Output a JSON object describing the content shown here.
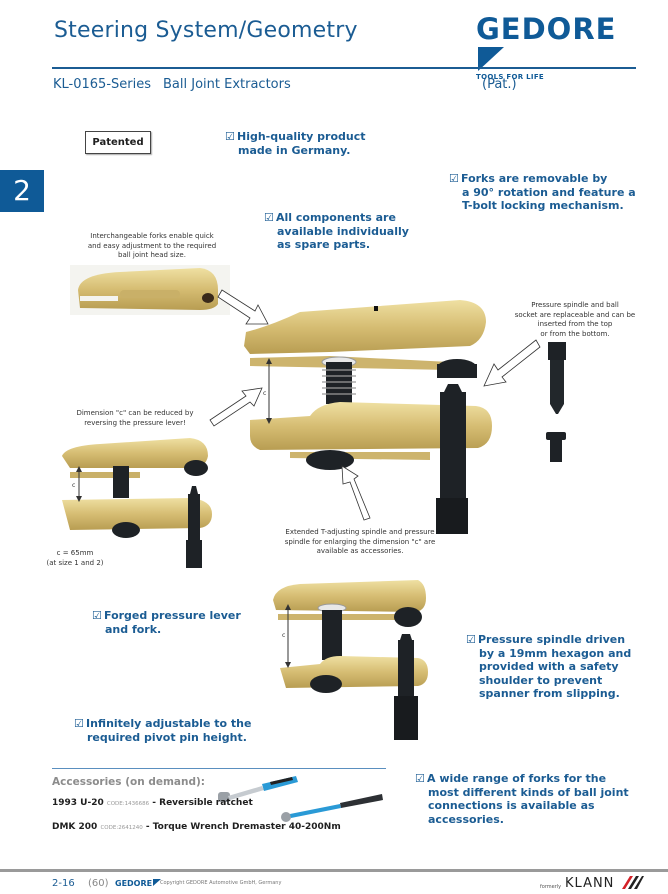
{
  "header": {
    "title": "Steering System/Geometry",
    "brand": "GEDORE",
    "brand_tagline": "TOOLS FOR LIFE",
    "series": "KL-0165-Series",
    "product": "Ball Joint Extractors",
    "patent_mark": "(Pat.)"
  },
  "chapter_tab": "2",
  "patented_badge": "Patented",
  "features": [
    {
      "icon": "checkbox-icon",
      "lines": [
        "High-quality product",
        "made in Germany."
      ]
    },
    {
      "icon": "checkbox-icon",
      "lines": [
        "Forks are removable by",
        "a 90° rotation and feature a",
        "T-bolt locking mechanism."
      ]
    },
    {
      "icon": "checkbox-icon",
      "lines": [
        "All components are",
        "available individually",
        "as spare parts."
      ]
    },
    {
      "icon": "checkbox-icon",
      "lines": [
        "Forged pressure lever",
        "and fork."
      ]
    },
    {
      "icon": "checkbox-icon",
      "lines": [
        "Pressure spindle driven",
        "by a 19mm hexagon and",
        "provided with a safety",
        "shoulder to prevent",
        "spanner from slipping."
      ]
    },
    {
      "icon": "checkbox-icon",
      "lines": [
        "Infinitely adjustable to the",
        "required pivot pin height."
      ]
    },
    {
      "icon": "checkbox-icon",
      "lines": [
        "A wide range of forks for the",
        "most different kinds of ball joint",
        "connections is available as",
        "accessories."
      ]
    }
  ],
  "captions": {
    "forks": [
      "Interchangeable forks enable quick",
      "and easy adjustment to the required",
      "ball joint head size."
    ],
    "spindle": [
      "Pressure spindle and ball",
      "socket are replaceable and can be",
      "inserted from the top",
      "or from the bottom."
    ],
    "dimension": [
      "Dimension \"c\" can be reduced by",
      "reversing the pressure lever!"
    ],
    "extended": [
      "Extended T-adjusting spindle and pressure",
      "spindle for enlarging the dimension \"c\" are",
      "available as accessories."
    ],
    "c_value": [
      "c = 65mm",
      "(at size 1 and 2)"
    ],
    "dim_label": "c"
  },
  "accessories": {
    "title": "Accessories (on demand):",
    "items": [
      {
        "model": "1993 U-20",
        "code": "CODE:1436686",
        "desc": "- Reversible ratchet"
      },
      {
        "model": "DMK 200",
        "code": "CODE:2641240",
        "desc": "- Torque Wrench Dremaster 40-200Nm"
      }
    ]
  },
  "footer": {
    "page": "2-16",
    "page_alt": "(60)",
    "brand": "GEDORE",
    "copyright": "Copyright GEDORE Automotive GmbH, Germany",
    "formerly": "formerly",
    "former_brand": "KLANN"
  },
  "colors": {
    "brand_blue": "#0f5a97",
    "text_blue": "#1b5c93",
    "tool_gold": "#d9c27a",
    "tool_black": "#1e2226"
  }
}
